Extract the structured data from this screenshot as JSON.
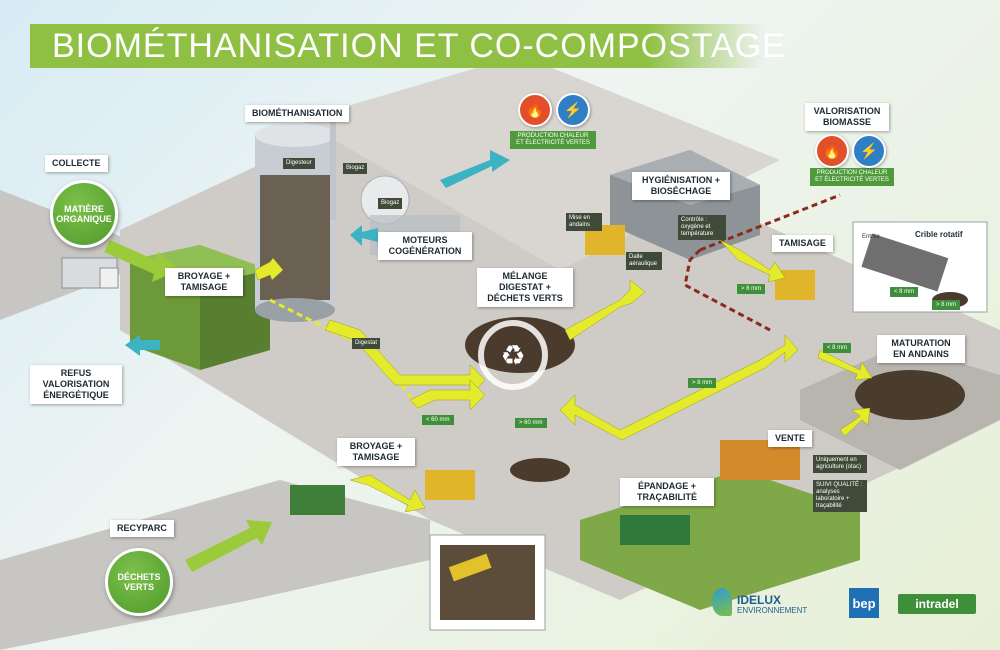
{
  "title": "BIOMÉTHANISATION ET CO-COMPOSTAGE",
  "labels": {
    "collecte": "COLLECTE",
    "matiere_organique": "MATIÈRE ORGANIQUE",
    "biomethanisation": "BIOMÉTHANISATION",
    "broyage_tamisage_top": "BROYAGE + TAMISAGE",
    "refus": "REFUS VALORISATION ÉNERGÉTIQUE",
    "moteurs": "MOTEURS COGÉNÉRATION",
    "melange": "MÉLANGE DIGESTAT + DÉCHETS VERTS",
    "hygienisation": "HYGIÉNISATION + BIOSÉCHAGE",
    "valorisation": "VALORISATION BIOMASSE",
    "tamisage": "TAMISAGE",
    "maturation": "MATURATION EN ANDAINS",
    "vente": "VENTE",
    "epandage": "ÉPANDAGE + TRAÇABILITÉ",
    "broyage_tamisage_bottom": "BROYAGE + TAMISAGE",
    "recyparc": "RECYPARC",
    "dechets_verts": "DÉCHETS VERTS",
    "crible": "Crible rotatif"
  },
  "small_text": {
    "digesteur": "Digesteur",
    "biogaz1": "Biogaz",
    "biogaz2": "Biogaz",
    "digestat": "Digestat",
    "production1": "PRODUCTION CHALEUR ET ÉLECTRICITÉ VERTES",
    "production2": "PRODUCTION CHALEUR ET ÉLECTRICITÉ VERTES",
    "mise_andains": "Mise en andains",
    "controle": "Contrôle : oxygène et température",
    "dalle": "Dalle aéraulique",
    "uniquement": "Uniquement en agriculture (otac)",
    "suivi": "SUIVI QUALITÉ : analyses laboratoire + traçabilité",
    "entree": "Entrée",
    "sieve_a": "< 8 mm",
    "sieve_b": "> 8 mm"
  },
  "tags": {
    "lt60": "< 60 mm",
    "gt60": "> 60 mm",
    "gt8_top": "> 8 mm",
    "gt8_mid": "> 8 mm",
    "lt8": "< 8 mm"
  },
  "logos": {
    "idelux_1": "IDELUX",
    "idelux_2": "ENVIRONNEMENT",
    "bep": "bep",
    "intradel": "intradel"
  },
  "icons": [
    "flame-icon",
    "plug-icon",
    "flame-icon",
    "plug-icon",
    "recycle-icon"
  ],
  "colors": {
    "green": "#8fc043",
    "arrow_yellow": "#e4ea2c",
    "arrow_teal": "#3bb3c3",
    "flame_red": "#e2502b",
    "plug_blue": "#2f7fc4",
    "dashed_red": "#8a2a1a"
  }
}
